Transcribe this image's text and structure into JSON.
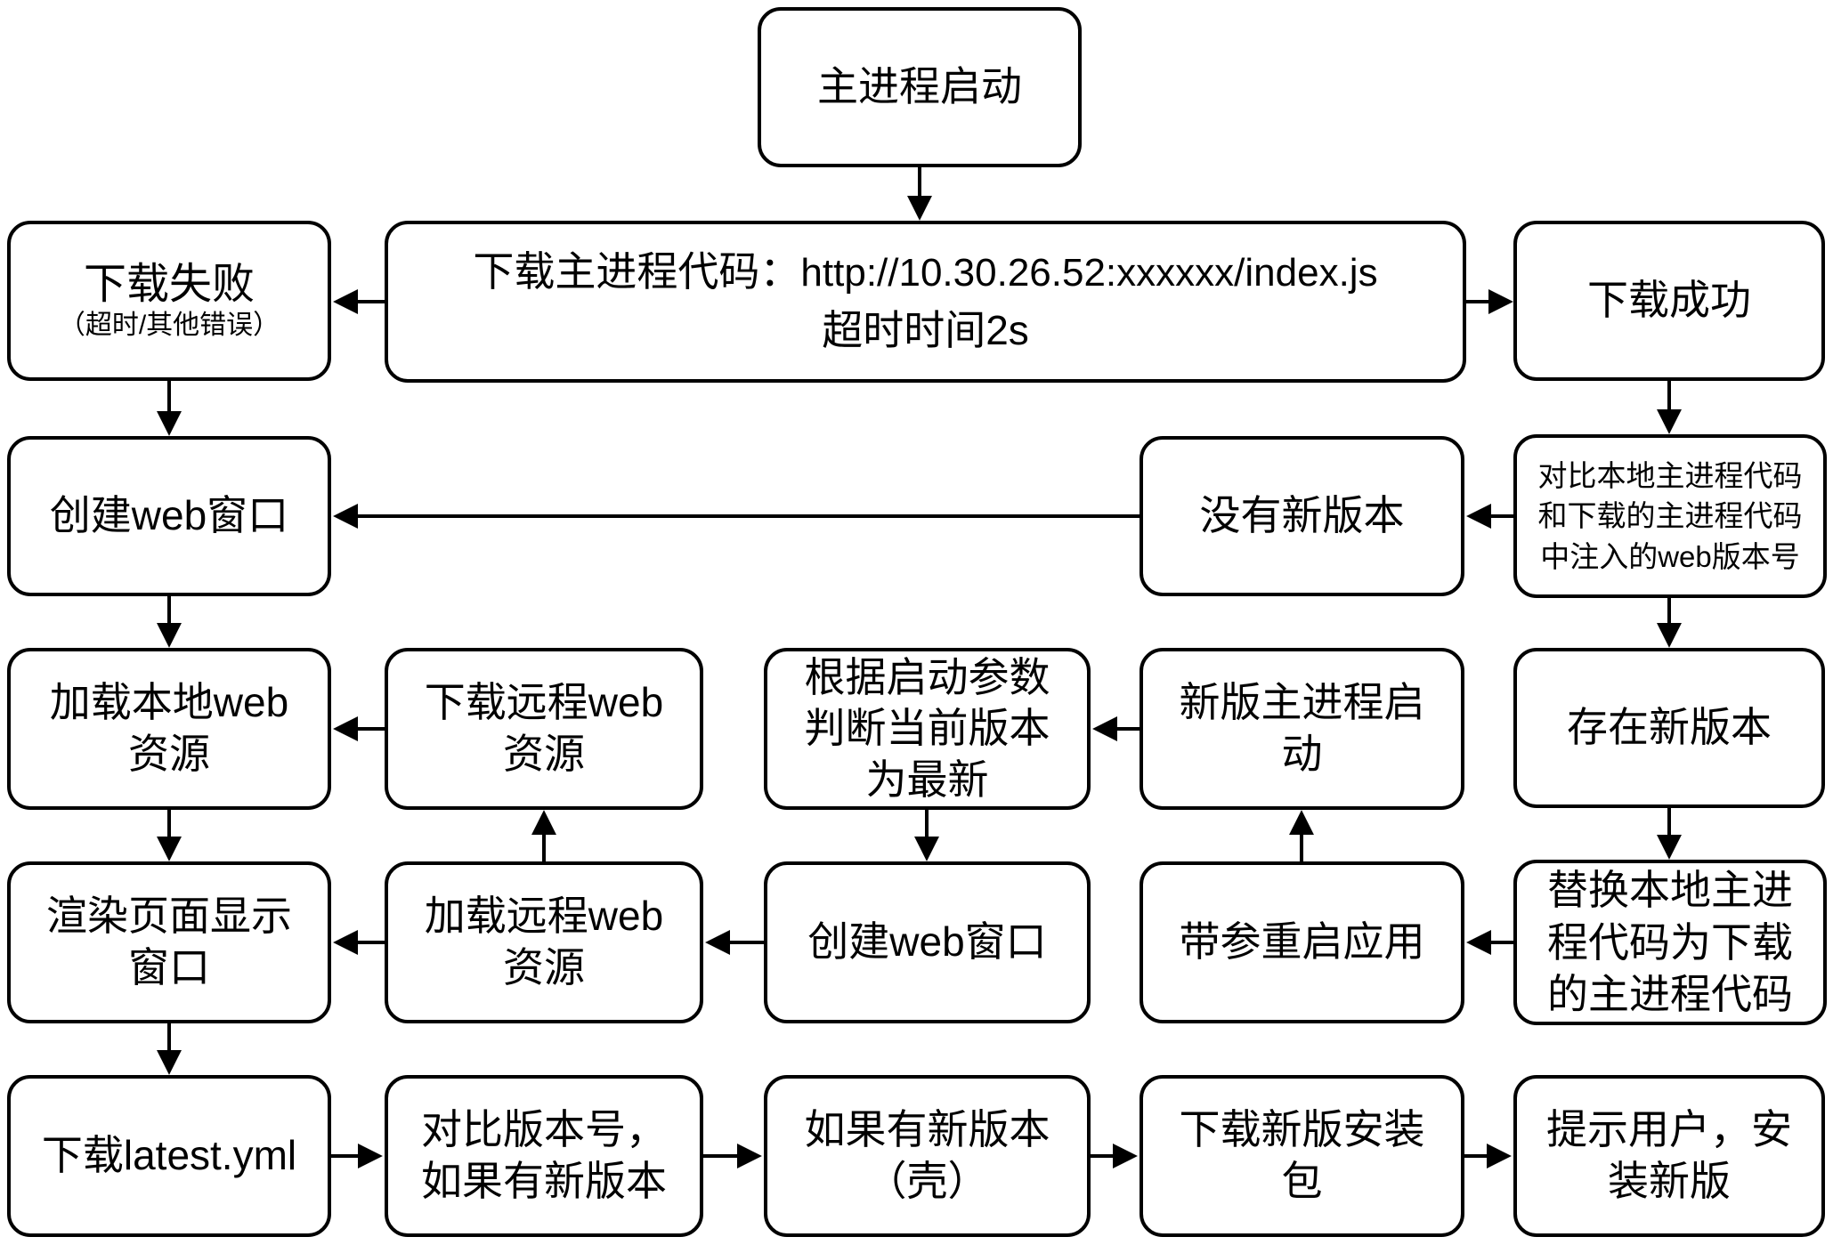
{
  "page": {
    "background_color": "#ffffff",
    "stroke_color": "#000000"
  },
  "diagram": {
    "nodes": {
      "start": {
        "label": "主进程启动"
      },
      "download_main_code": {
        "label": "下载主进程代码：",
        "url": "http://10.30.26.52:xxxxxx/index.js",
        "timeout": "超时时间2s"
      },
      "download_fail": {
        "label": "下载失败",
        "sublabel": "（超时/其他错误）"
      },
      "download_success": {
        "label": "下载成功"
      },
      "create_web_window_1": {
        "label": "创建web窗口"
      },
      "no_new_version": {
        "label": "没有新版本"
      },
      "compare_web_version": {
        "label": "对比本地主进程代码\n和下载的主进程代码\n中注入的web版本号"
      },
      "load_local_web": {
        "label": "加载本地web\n资源"
      },
      "download_remote_web": {
        "label": "下载远程web\n资源"
      },
      "judge_current_latest": {
        "label": "根据启动参数\n判断当前版本\n为最新"
      },
      "new_main_process_start": {
        "label": "新版主进程启\n动"
      },
      "has_new_version": {
        "label": "存在新版本"
      },
      "render_page_window": {
        "label": "渲染页面显示\n窗口"
      },
      "load_remote_web": {
        "label": "加载远程web\n资源"
      },
      "create_web_window_2": {
        "label": "创建web窗口"
      },
      "restart_with_args": {
        "label": "带参重启应用"
      },
      "replace_local_code": {
        "label": "替换本地主进\n程代码为下载\n的主进程代码"
      },
      "download_latest_yml": {
        "label": "下载latest.yml"
      },
      "compare_version_num": {
        "label": "对比版本号，\n如果有新版本"
      },
      "new_shell_version": {
        "label": "如果有新版本\n（壳）"
      },
      "download_installer": {
        "label": "下载新版安装\n包"
      },
      "prompt_install": {
        "label": "提示用户，安\n装新版"
      }
    },
    "edges": [
      {
        "from": "start",
        "to": "download_main_code"
      },
      {
        "from": "download_main_code",
        "to": "download_fail"
      },
      {
        "from": "download_main_code",
        "to": "download_success"
      },
      {
        "from": "download_fail",
        "to": "create_web_window_1"
      },
      {
        "from": "download_success",
        "to": "compare_web_version"
      },
      {
        "from": "compare_web_version",
        "to": "no_new_version"
      },
      {
        "from": "no_new_version",
        "to": "create_web_window_1"
      },
      {
        "from": "create_web_window_1",
        "to": "load_local_web"
      },
      {
        "from": "compare_web_version",
        "to": "has_new_version"
      },
      {
        "from": "download_remote_web",
        "to": "load_local_web"
      },
      {
        "from": "new_main_process_start",
        "to": "judge_current_latest"
      },
      {
        "from": "has_new_version",
        "to": "replace_local_code"
      },
      {
        "from": "load_local_web",
        "to": "render_page_window"
      },
      {
        "from": "load_remote_web",
        "to": "download_remote_web"
      },
      {
        "from": "judge_current_latest",
        "to": "create_web_window_2"
      },
      {
        "from": "restart_with_args",
        "to": "new_main_process_start"
      },
      {
        "from": "replace_local_code",
        "to": "restart_with_args"
      },
      {
        "from": "create_web_window_2",
        "to": "load_remote_web"
      },
      {
        "from": "load_remote_web",
        "to": "render_page_window"
      },
      {
        "from": "render_page_window",
        "to": "download_latest_yml"
      },
      {
        "from": "download_latest_yml",
        "to": "compare_version_num"
      },
      {
        "from": "compare_version_num",
        "to": "new_shell_version"
      },
      {
        "from": "new_shell_version",
        "to": "download_installer"
      },
      {
        "from": "download_installer",
        "to": "prompt_install"
      }
    ]
  }
}
